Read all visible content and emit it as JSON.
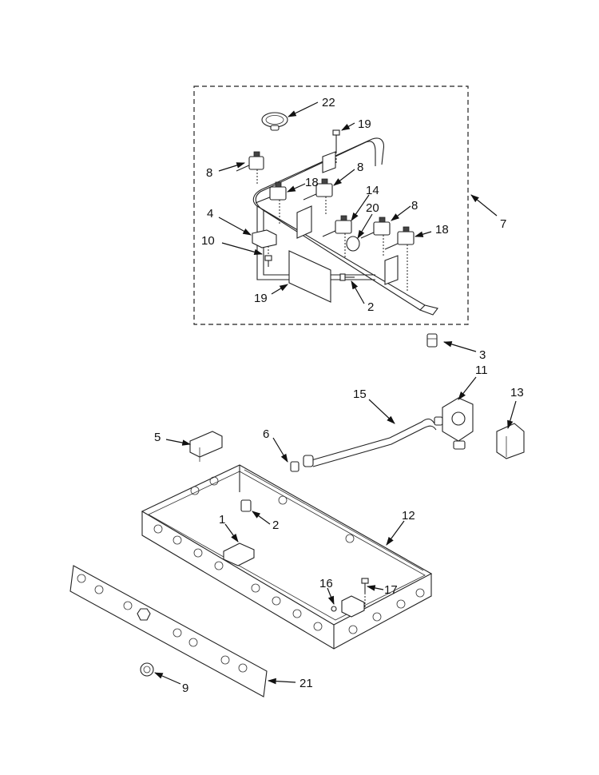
{
  "callouts": [
    {
      "id": "c22",
      "text": "22"
    },
    {
      "id": "c19a",
      "text": "19"
    },
    {
      "id": "c8a",
      "text": "8"
    },
    {
      "id": "c18a",
      "text": "18"
    },
    {
      "id": "c8b",
      "text": "8"
    },
    {
      "id": "c14",
      "text": "14"
    },
    {
      "id": "c4",
      "text": "4"
    },
    {
      "id": "c20",
      "text": "20"
    },
    {
      "id": "c8c",
      "text": "8"
    },
    {
      "id": "c18b",
      "text": "18"
    },
    {
      "id": "c7",
      "text": "7"
    },
    {
      "id": "c10",
      "text": "10"
    },
    {
      "id": "c19b",
      "text": "19"
    },
    {
      "id": "c2a",
      "text": "2"
    },
    {
      "id": "c3",
      "text": "3"
    },
    {
      "id": "c11",
      "text": "11"
    },
    {
      "id": "c15",
      "text": "15"
    },
    {
      "id": "c13",
      "text": "13"
    },
    {
      "id": "c5",
      "text": "5"
    },
    {
      "id": "c6",
      "text": "6"
    },
    {
      "id": "c12",
      "text": "12"
    },
    {
      "id": "c1",
      "text": "1"
    },
    {
      "id": "c2b",
      "text": "2"
    },
    {
      "id": "c16",
      "text": "16"
    },
    {
      "id": "c17",
      "text": "17"
    },
    {
      "id": "c21",
      "text": "21"
    },
    {
      "id": "c9",
      "text": "9"
    }
  ]
}
